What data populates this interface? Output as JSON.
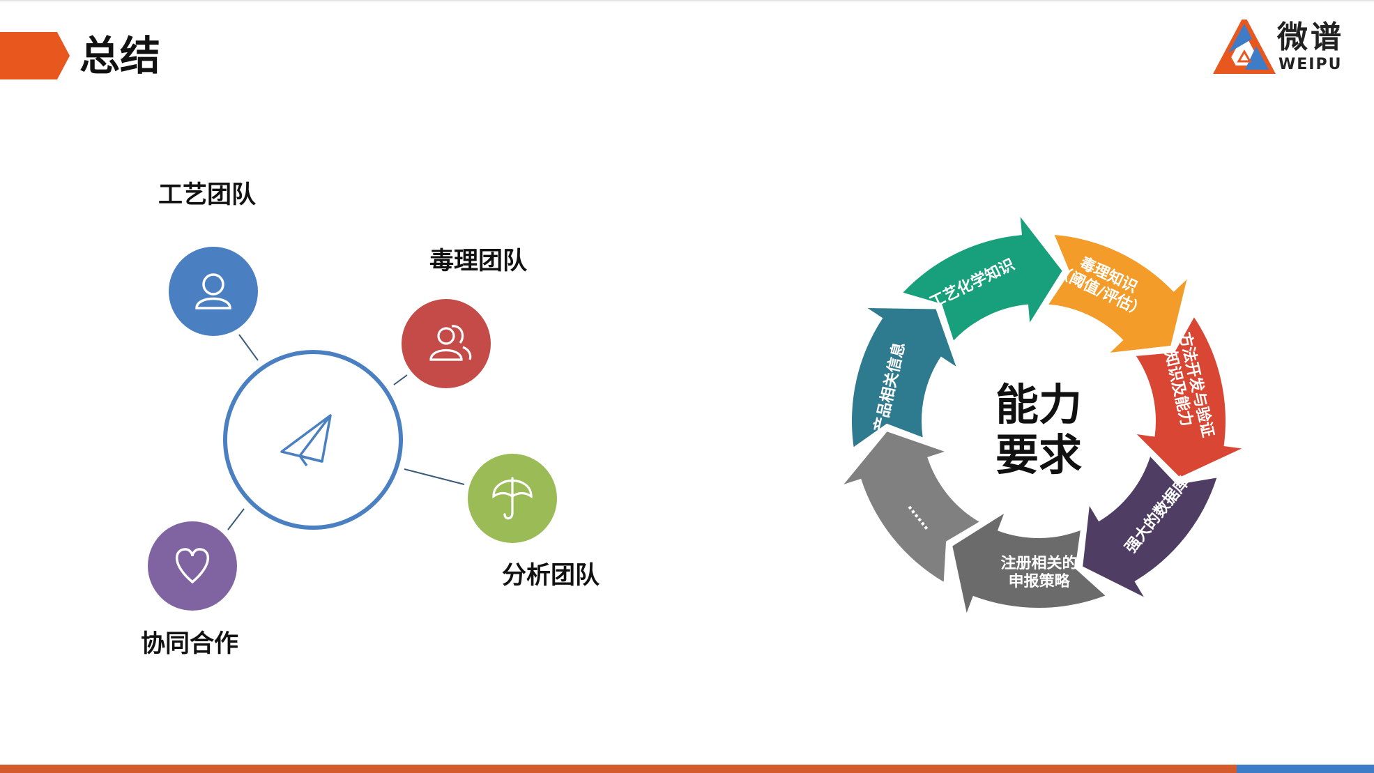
{
  "slide": {
    "title": "总结"
  },
  "logo": {
    "name_cn": "微谱",
    "name_en": "WEIPU"
  },
  "teams": {
    "process": "工艺团队",
    "toxicology": "毒理团队",
    "analysis": "分析团队",
    "collaboration": "协同合作"
  },
  "cycle": {
    "center_line1": "能力",
    "center_line2": "要求",
    "segments": [
      {
        "label": "产品相关信息",
        "color": "#2e7a8f"
      },
      {
        "label": "工艺化学知识",
        "color": "#18a07c"
      },
      {
        "label": "毒理知识",
        "label2": "（阈值/评估）",
        "color": "#f39c2a"
      },
      {
        "label": "方法开发与验证",
        "label2": "知识及能力",
        "color": "#d94734"
      },
      {
        "label": "强大的数据库",
        "color": "#4f3d63"
      },
      {
        "label": "注册相关的",
        "label2": "申报策略",
        "color": "#6b6b6b"
      },
      {
        "label": "……",
        "color": "#808080"
      }
    ]
  },
  "colors": {
    "accent": "#e8571e",
    "hub": "#4a7fc1",
    "process": "#4a7fc1",
    "toxicology": "#c44b47",
    "analysis": "#9bbb56",
    "collaboration": "#8064a2"
  },
  "icons": {
    "hub": "paper-plane-icon",
    "process": "user-icon",
    "toxicology": "users-icon",
    "analysis": "umbrella-icon",
    "collaboration": "heart-icon"
  }
}
